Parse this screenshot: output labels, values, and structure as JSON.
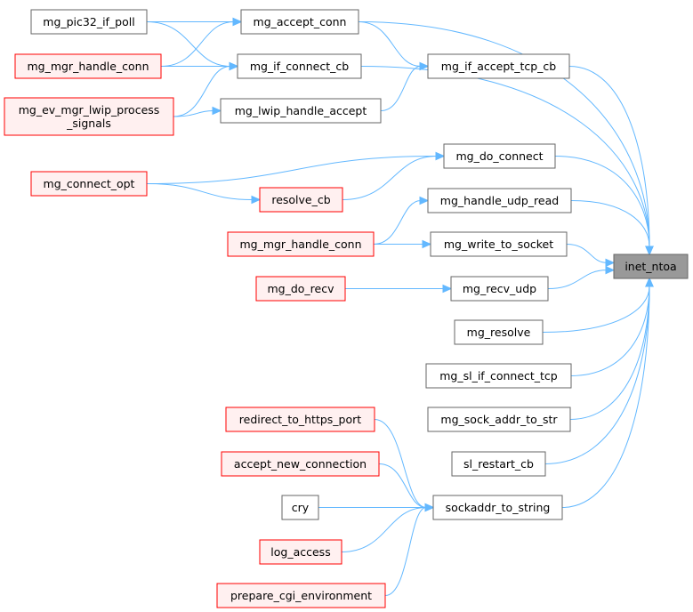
{
  "colors": {
    "edge": "#63b8ff",
    "node_border_plain": "#666666",
    "node_border_truncated": "#ff0000",
    "node_fill_plain": "#ffffff",
    "node_fill_truncated": "#fff0f0",
    "node_fill_root": "#999999"
  },
  "nodes": [
    {
      "id": "inet_ntoa",
      "label": "inet_ntoa",
      "style": "root"
    },
    {
      "id": "mg_accept_conn",
      "label": "mg_accept_conn",
      "style": "plain"
    },
    {
      "id": "mg_pic32_if_poll",
      "label": "mg_pic32_if_poll",
      "style": "plain"
    },
    {
      "id": "mg_if_connect_cb",
      "label": "mg_if_connect_cb",
      "style": "plain"
    },
    {
      "id": "mg_mgr_handle_conn_1",
      "label": "mg_mgr_handle_conn",
      "style": "truncated"
    },
    {
      "id": "mg_ev_mgr_lwip_process_signals",
      "label": "mg_ev_mgr_lwip_process\n_signals",
      "style": "truncated"
    },
    {
      "id": "mg_if_accept_tcp_cb",
      "label": "mg_if_accept_tcp_cb",
      "style": "plain"
    },
    {
      "id": "mg_lwip_handle_accept",
      "label": "mg_lwip_handle_accept",
      "style": "plain"
    },
    {
      "id": "mg_do_connect",
      "label": "mg_do_connect",
      "style": "plain"
    },
    {
      "id": "mg_connect_opt",
      "label": "mg_connect_opt",
      "style": "truncated"
    },
    {
      "id": "resolve_cb",
      "label": "resolve_cb",
      "style": "truncated"
    },
    {
      "id": "mg_handle_udp_read",
      "label": "mg_handle_udp_read",
      "style": "plain"
    },
    {
      "id": "mg_mgr_handle_conn_2",
      "label": "mg_mgr_handle_conn",
      "style": "truncated"
    },
    {
      "id": "mg_write_to_socket",
      "label": "mg_write_to_socket",
      "style": "plain"
    },
    {
      "id": "mg_recv_udp",
      "label": "mg_recv_udp",
      "style": "plain"
    },
    {
      "id": "mg_do_recv",
      "label": "mg_do_recv",
      "style": "truncated"
    },
    {
      "id": "mg_resolve",
      "label": "mg_resolve",
      "style": "plain"
    },
    {
      "id": "mg_sl_if_connect_tcp",
      "label": "mg_sl_if_connect_tcp",
      "style": "plain"
    },
    {
      "id": "mg_sock_addr_to_str",
      "label": "mg_sock_addr_to_str",
      "style": "plain"
    },
    {
      "id": "sl_restart_cb",
      "label": "sl_restart_cb",
      "style": "plain"
    },
    {
      "id": "sockaddr_to_string",
      "label": "sockaddr_to_string",
      "style": "plain"
    },
    {
      "id": "redirect_to_https_port",
      "label": "redirect_to_https_port",
      "style": "truncated"
    },
    {
      "id": "accept_new_connection",
      "label": "accept_new_connection",
      "style": "truncated"
    },
    {
      "id": "cry",
      "label": "cry",
      "style": "plain"
    },
    {
      "id": "log_access",
      "label": "log_access",
      "style": "truncated"
    },
    {
      "id": "prepare_cgi_environment",
      "label": "prepare_cgi_environment",
      "style": "truncated"
    }
  ],
  "edges": [
    {
      "from": "mg_accept_conn",
      "to": "inet_ntoa"
    },
    {
      "from": "mg_pic32_if_poll",
      "to": "mg_accept_conn"
    },
    {
      "from": "mg_mgr_handle_conn_1",
      "to": "mg_accept_conn"
    },
    {
      "from": "mg_accept_conn",
      "to": "mg_if_accept_tcp_cb"
    },
    {
      "from": "mg_if_accept_tcp_cb",
      "to": "inet_ntoa"
    },
    {
      "from": "mg_lwip_handle_accept",
      "to": "mg_if_accept_tcp_cb"
    },
    {
      "from": "mg_if_connect_cb",
      "to": "inet_ntoa"
    },
    {
      "from": "mg_pic32_if_poll",
      "to": "mg_if_connect_cb"
    },
    {
      "from": "mg_mgr_handle_conn_1",
      "to": "mg_if_connect_cb"
    },
    {
      "from": "mg_ev_mgr_lwip_process_signals",
      "to": "mg_if_connect_cb"
    },
    {
      "from": "mg_ev_mgr_lwip_process_signals",
      "to": "mg_lwip_handle_accept"
    },
    {
      "from": "mg_do_connect",
      "to": "inet_ntoa"
    },
    {
      "from": "mg_connect_opt",
      "to": "mg_do_connect"
    },
    {
      "from": "mg_connect_opt",
      "to": "resolve_cb"
    },
    {
      "from": "resolve_cb",
      "to": "mg_do_connect"
    },
    {
      "from": "mg_handle_udp_read",
      "to": "inet_ntoa"
    },
    {
      "from": "mg_mgr_handle_conn_2",
      "to": "mg_handle_udp_read"
    },
    {
      "from": "mg_mgr_handle_conn_2",
      "to": "mg_write_to_socket"
    },
    {
      "from": "mg_write_to_socket",
      "to": "inet_ntoa"
    },
    {
      "from": "mg_do_recv",
      "to": "mg_recv_udp"
    },
    {
      "from": "mg_recv_udp",
      "to": "inet_ntoa"
    },
    {
      "from": "mg_resolve",
      "to": "inet_ntoa"
    },
    {
      "from": "mg_sl_if_connect_tcp",
      "to": "inet_ntoa"
    },
    {
      "from": "mg_sock_addr_to_str",
      "to": "inet_ntoa"
    },
    {
      "from": "sl_restart_cb",
      "to": "inet_ntoa"
    },
    {
      "from": "sockaddr_to_string",
      "to": "inet_ntoa"
    },
    {
      "from": "redirect_to_https_port",
      "to": "sockaddr_to_string"
    },
    {
      "from": "accept_new_connection",
      "to": "sockaddr_to_string"
    },
    {
      "from": "cry",
      "to": "sockaddr_to_string"
    },
    {
      "from": "log_access",
      "to": "sockaddr_to_string"
    },
    {
      "from": "prepare_cgi_environment",
      "to": "sockaddr_to_string"
    }
  ]
}
